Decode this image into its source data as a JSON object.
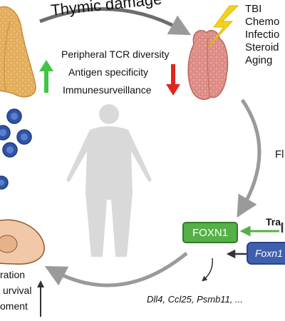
{
  "title": "Thymic damage",
  "center_labels": {
    "line1": "Peripheral TCR diversity",
    "line2": "Antigen specificity",
    "line3": "Immunesurveillance"
  },
  "causes": [
    "TBI",
    "Chemo",
    "Infectio",
    "Steroid",
    "Aging"
  ],
  "right_label": "Fl",
  "boxes": {
    "foxn1": "FOXN1",
    "foxn1_transcript": "Foxn1",
    "transcription_label": "Tra"
  },
  "targets_text": "Dll4, Ccl25, Psmb11, ...",
  "bottom_labels": [
    "ration",
    "urvival",
    "oment"
  ],
  "colors": {
    "healthy_thymus": "#e9b969",
    "damaged_thymus": "#e59a92",
    "up_arrow": "#3fc545",
    "down_arrow": "#e1261c",
    "lightning": "#f5d020",
    "cell_blue": "#2e55a8",
    "human_silhouette": "#d9d9d9",
    "cycle_arrow": "#9a9a9a",
    "foxn1_box": "#55b047",
    "foxn1_transcript_box": "#3f5fae",
    "cell_body": "#f1c9a8"
  },
  "icons": [
    "up-arrow-icon",
    "down-arrow-icon",
    "lightning-icon",
    "human-silhouette-icon",
    "thymus-icon"
  ]
}
